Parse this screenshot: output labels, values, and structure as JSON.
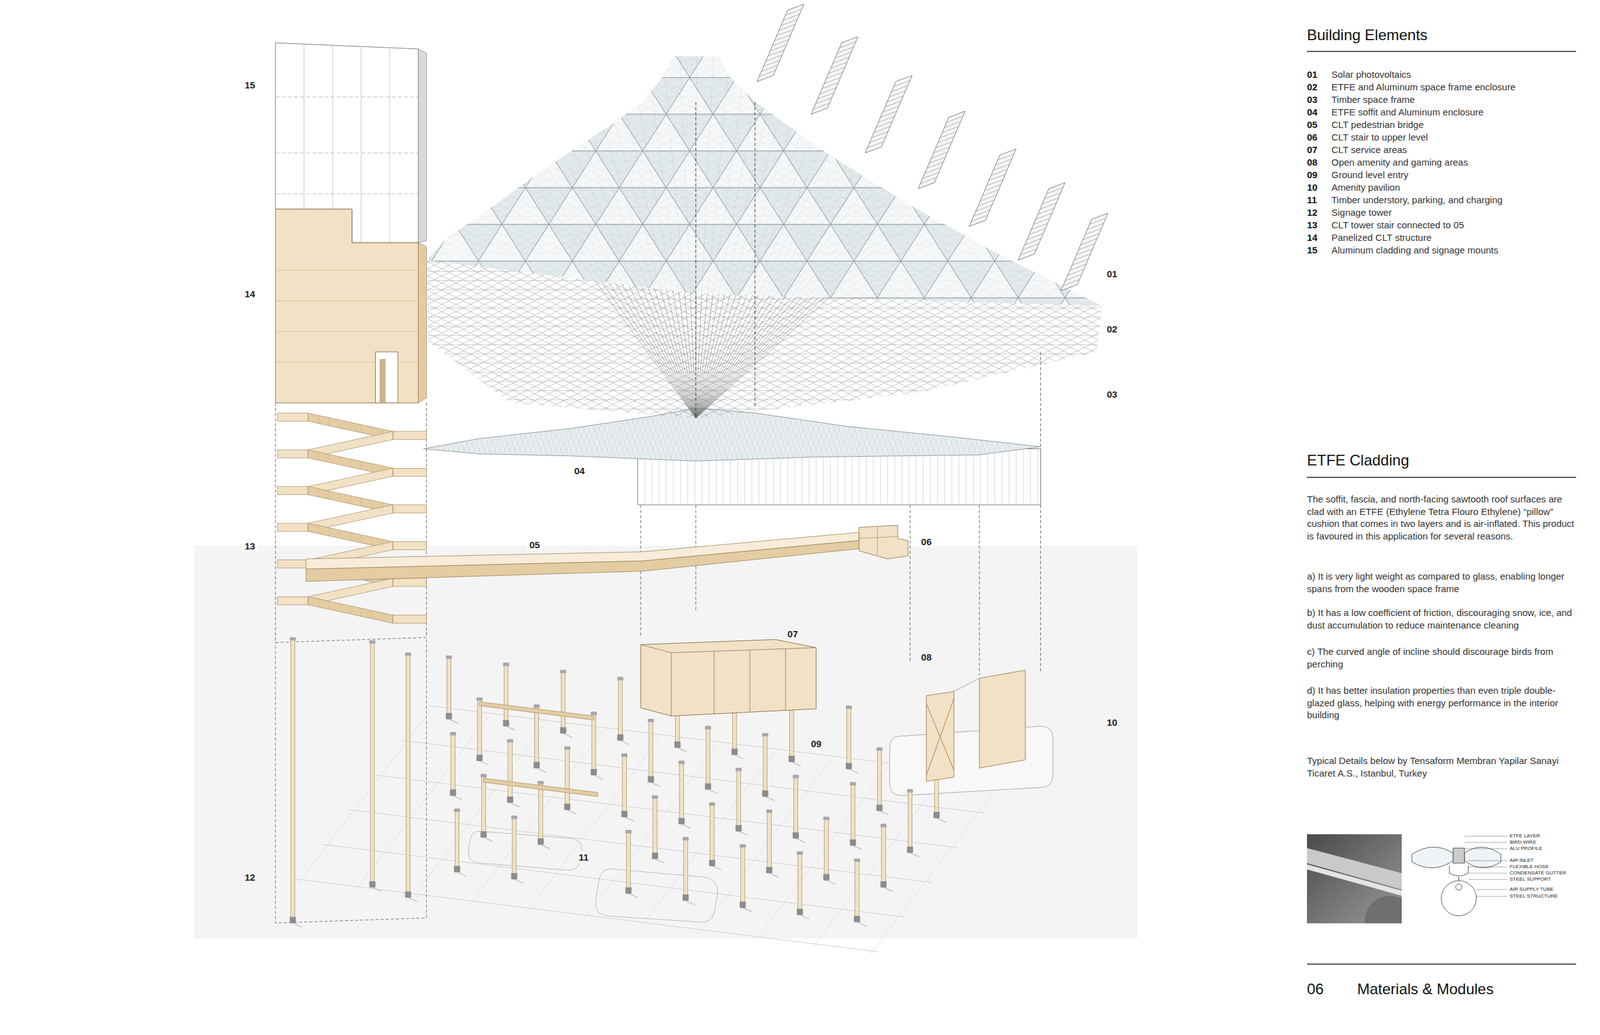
{
  "diagram": {
    "labels": [
      "Building Elements",
      "01",
      "Solar photovoltaics",
      "02",
      "ETFE and Aluminum space frame enclosure",
      "03",
      "Timber space frame",
      "04",
      "ETFE soffit and Aluminum enclosure",
      "05",
      "CLT pedestrian bridge",
      "06",
      "CLT stair to upper level",
      "07",
      "CLT service areas",
      "08",
      "Open amenity and gaming areas",
      "09",
      "Ground level entry",
      "10",
      "Amenity pavilion",
      "11",
      "Timber understory, parking, and charging",
      "12",
      "Signage tower",
      "13",
      "CLT tower stair connected to 05",
      "14",
      "Panelized CLT structure",
      "15",
      "Aluminum cladding and signage mounts",
      "ETFE Cladding",
      "The soffit, fascia, and north-facing sawtooth roof surfaces are clad with an ETFE (Ethylene Tetra Flouro Ethylene) “pillow” cushion that comes in two layers and is air-inflated. This product is favoured in this application for several reasons.",
      "a) It is very light weight as compared to glass, enabling longer spans from the wooden space frame",
      "b) It has a low coefficient of friction, discouraging snow, ice, and dust accumulation to reduce maintenance cleaning",
      "c) The curved angle of incline should discourage birds from perching",
      "d) It has better insulation properties than even triple double-glazed glass, helping with energy performance in the interior building",
      "Typical Details below by Tensaform Membran Yapilar Sanayi Ticaret A.S., Istanbul, Turkey",
      "ETFE LAYER",
      "BIRD WIRE",
      "ALU PROFILE",
      "AIR INLET",
      "FLEXIBLE HOSE",
      "CONDENSATE GUTTER",
      "STEEL SUPPORT",
      "AIR SUPPLY TUBE",
      "STEEL STRUCTURE",
      "15",
      "14",
      "13",
      "12",
      "01",
      "02",
      "03",
      "04",
      "05",
      "06",
      "07",
      "08",
      "09",
      "10",
      "11",
      "06",
      "Materials & Modules"
    ]
  }
}
